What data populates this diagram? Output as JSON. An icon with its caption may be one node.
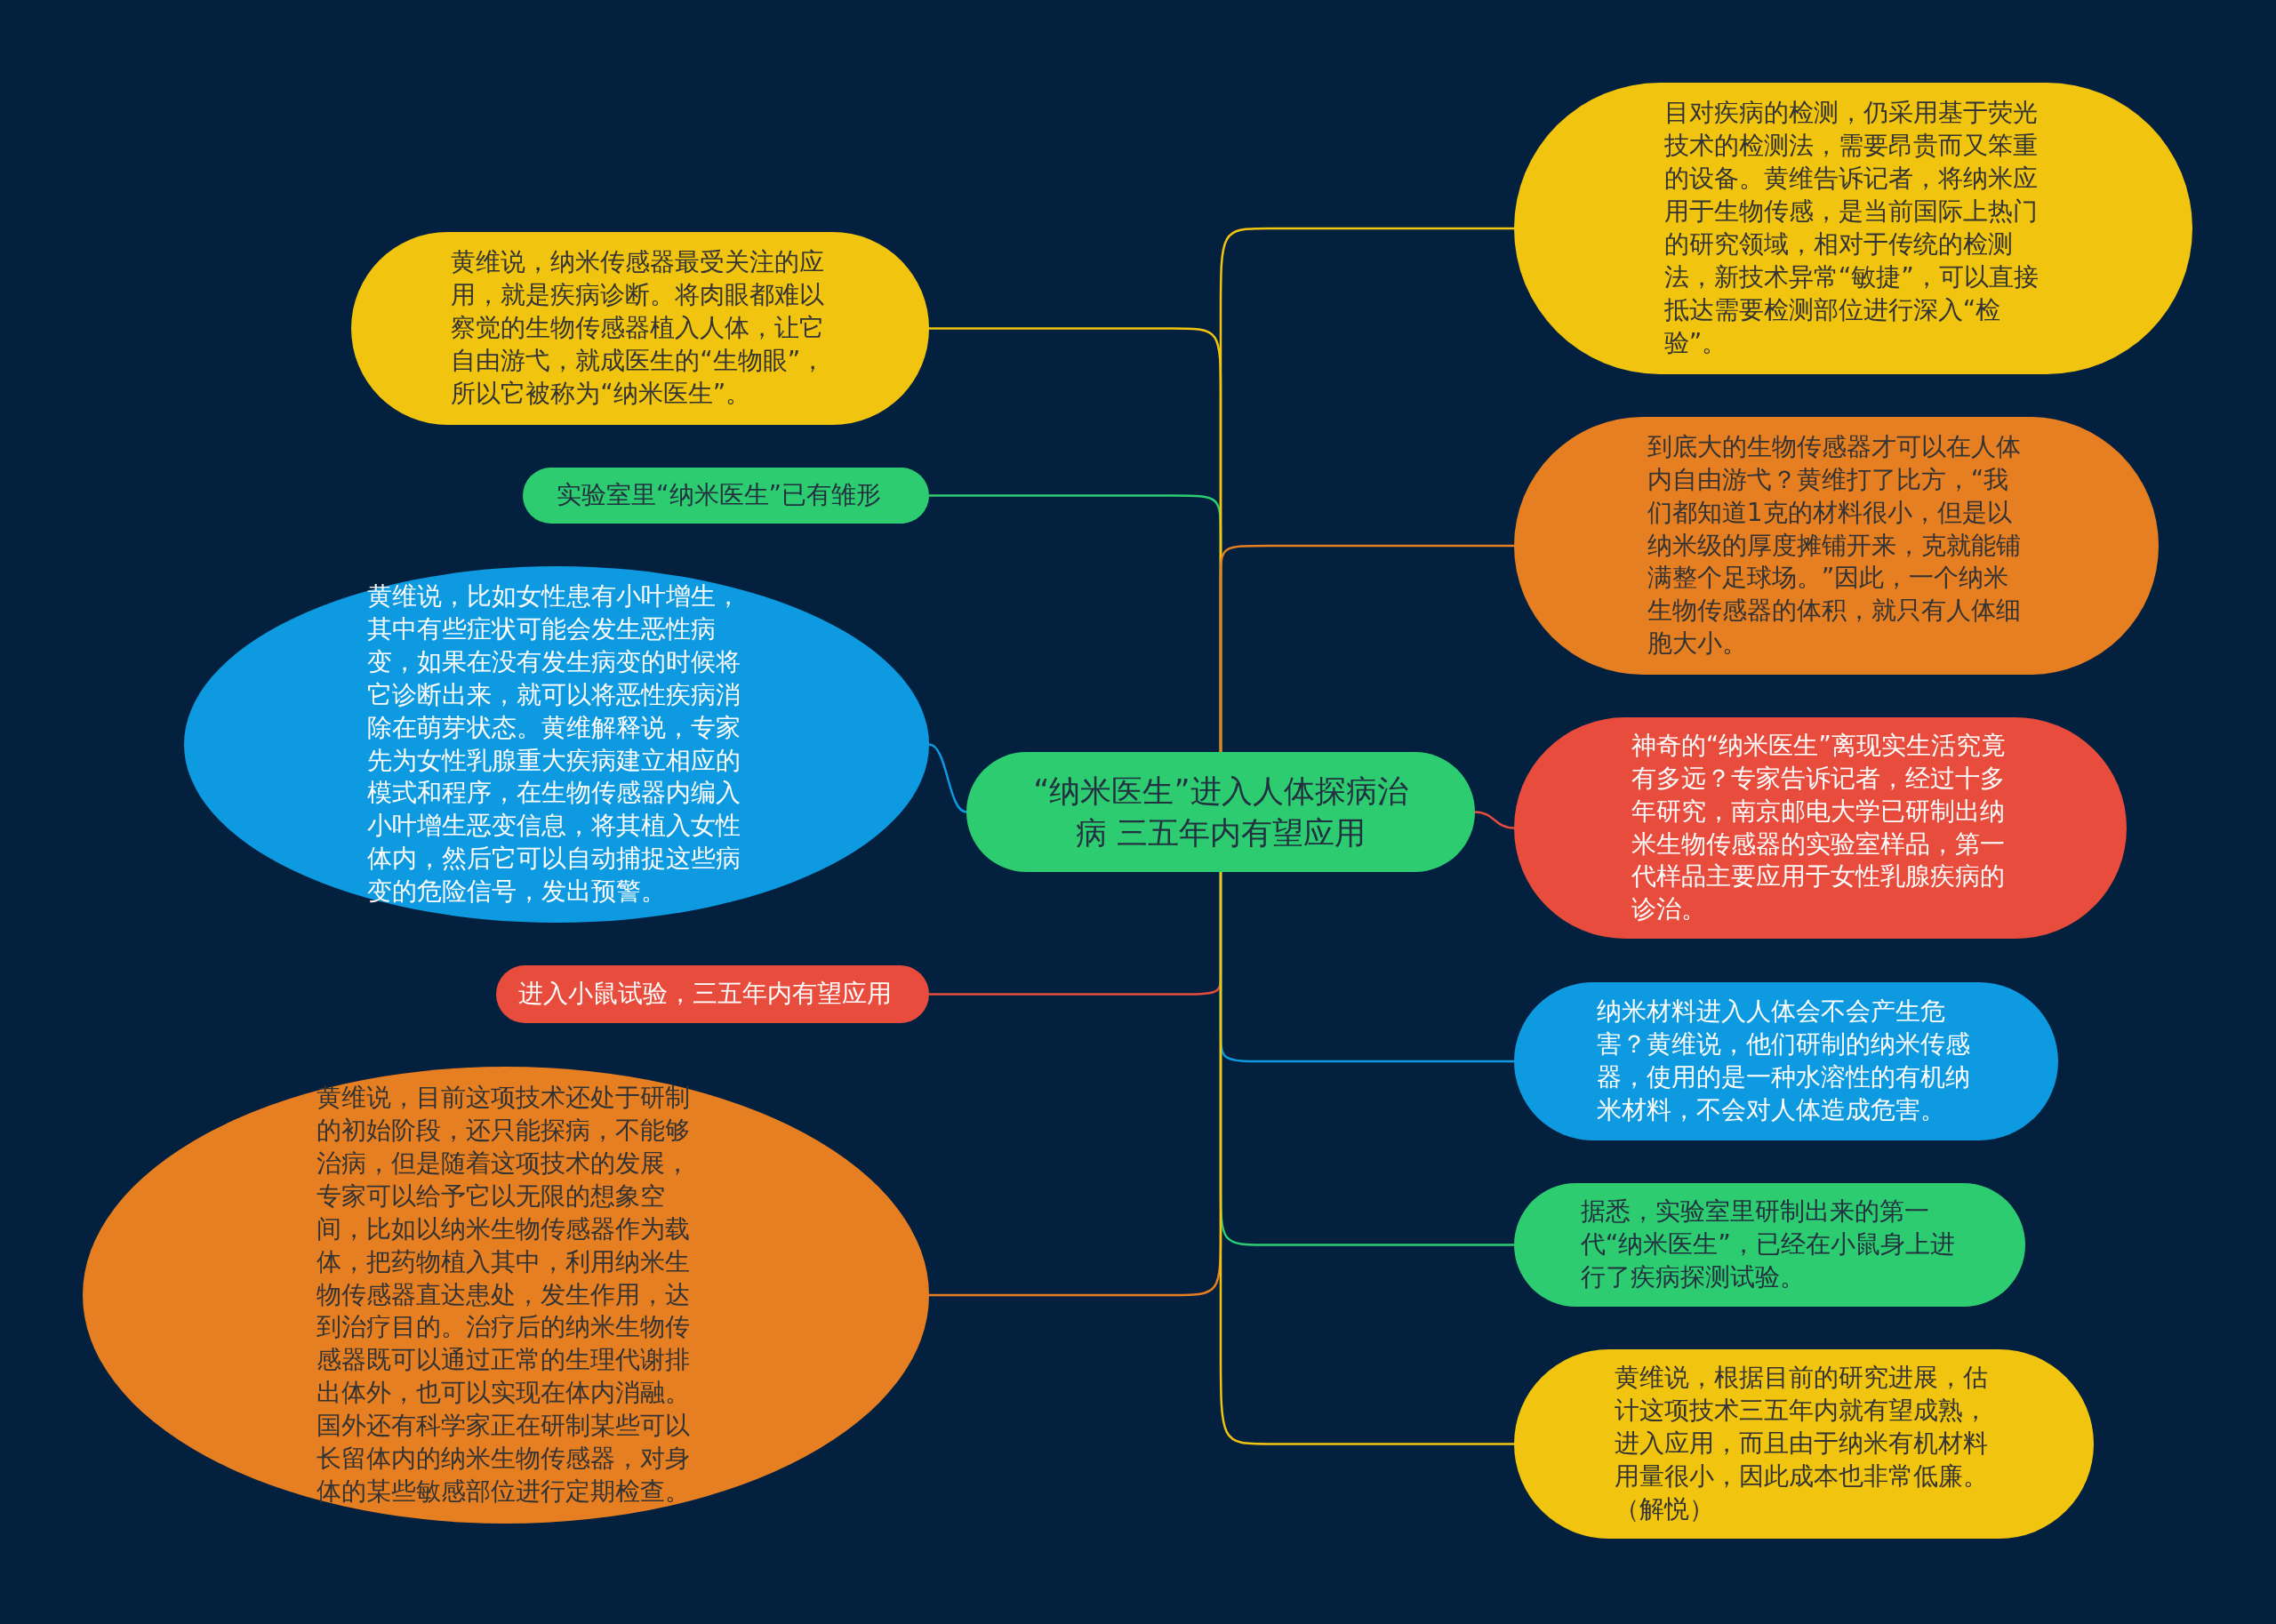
{
  "diagram": {
    "nodes": [
      {
        "text": [
          "“纳米医生”进入人体探病治病 三五年内有望应用"
        ]
      },
      {
        "text": [
          "黄维说，纳米传感器最受关注的应用，就是疾病诊断。将肉眼都难以察觉的生物传感器植入人体，让它自由游弋，就成医生的“生物眼”，所以它被称为“纳米医生”。"
        ]
      },
      {
        "text": [
          "实验室里“纳米医生”已有雏形"
        ]
      },
      {
        "text": [
          "黄维说，比如女性患有小叶增生，其中有些症状可能会发生恶性病变，如果在没有发生病变的时候将它诊断出来，就可以将恶性疾病消除在萌芽状态。黄维解释说，专家先为女性乳腺重大疾病建立相应的模式和程序，在生物传感器内编入小叶增生恶变信息，将其植入女性体内，然后它可以自动捕捉这些病变的危险信号，发出预警。"
        ]
      },
      {
        "text": [
          "进入小鼠试验，三五年内有望应用"
        ]
      },
      {
        "text": [
          "黄维说，目前这项技术还处于研制的初始阶段，还只能探病，不能够治病，但是随着这项技术的发展，专家可以给予它以无限的想象空间，比如以纳米生物传感器作为载体，把药物植入其中，利用纳米生物传感器直达患处，发生作用，达到治疗目的。治疗后的纳米生物传感器既可以通过正常的生理代谢排出体外，也可以实现在体内消融。国外还有科学家正在研制某些可以长留体内的纳米生物传感器，对身体的某些敏感部位进行定期检查。"
        ]
      },
      {
        "text": [
          "目对疾病的检测，仍采用基于荧光技术的检测法，需要昂贵而又笨重的设备。黄维告诉记者，将纳米应用于生物传感，是当前国际上热门的研究领域，相对于传统的检测法，新技术异常“敏捷”，可以直接抵达需要检测部位进行深入“检验”。"
        ]
      },
      {
        "text": [
          "到底大的生物传感器才可以在人体内自由游弋？黄维打了比方，“我们都知道1克的材料很小，但是以纳米级的厚度摊铺开来，克就能铺满整个足球场。”因此，一个纳米生物传感器的体积，就只有人体细胞大小。"
        ]
      },
      {
        "text": [
          "神奇的“纳米医生”离现实生活究竟有多远？专家告诉记者，经过十多年研究，南京邮电大学已研制出纳米生物传感器的实验室样品，第一代样品主要应用于女性乳腺疾病的诊治。"
        ]
      },
      {
        "text": [
          "纳米材料进入人体会不会产生危害？黄维说，他们研制的纳米传感器，使用的是一种水溶性的有机纳米材料，不会对人体造成危害。"
        ]
      },
      {
        "text": [
          "据悉，实验室里研制出来的第一代“纳米医生”，已经在小鼠身上进行了疾病探测试验。"
        ]
      },
      {
        "text": [
          "黄维说，根据目前的研究进展，估计这项技术三五年内就有望成熟，进入应用，而且由于纳米有机材料用量很小，因此成本也非常低廉。（解悦）"
        ]
      }
    ],
    "edges": [
      {
        "from": 0,
        "to": 1,
        "arrow": "none",
        "color": "#f1c40f"
      },
      {
        "from": 0,
        "to": 2,
        "arrow": "none",
        "color": "#2ecc71"
      },
      {
        "from": 0,
        "to": 3,
        "arrow": "none",
        "color": "#0e9ae0"
      },
      {
        "from": 0,
        "to": 4,
        "arrow": "none",
        "color": "#e74c3c"
      },
      {
        "from": 0,
        "to": 5,
        "arrow": "none",
        "color": "#e67e22"
      },
      {
        "from": 0,
        "to": 6,
        "arrow": "none",
        "color": "#f1c40f"
      },
      {
        "from": 0,
        "to": 7,
        "arrow": "none",
        "color": "#e67e22"
      },
      {
        "from": 0,
        "to": 8,
        "arrow": "none",
        "color": "#e74c3c"
      },
      {
        "from": 0,
        "to": 9,
        "arrow": "none",
        "color": "#0e9ae0"
      },
      {
        "from": 0,
        "to": 10,
        "arrow": "none",
        "color": "#2ecc71"
      },
      {
        "from": 0,
        "to": 11,
        "arrow": "none",
        "color": "#f1c40f"
      }
    ]
  }
}
